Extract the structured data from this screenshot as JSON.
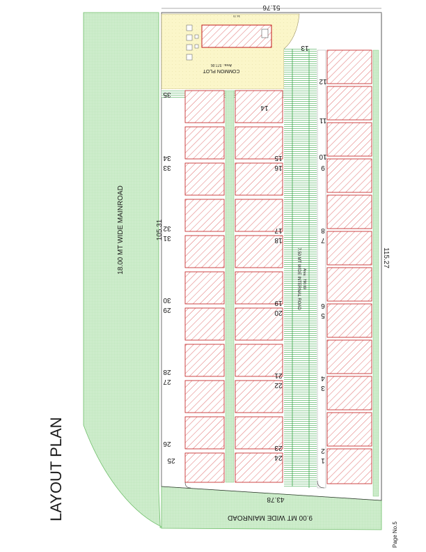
{
  "page_title": "LAYOUT PLAN",
  "page_number": "Page No.5",
  "roads": {
    "main_road": "18.00 MT WIDE MAINROAD",
    "bottom_road": "9.00 MT WIDE MAINROAD",
    "internal_road": "7.50 MT WIDE INTERNAL ROAD",
    "internal_road_area": "Area : 790.69"
  },
  "common_plot": {
    "label": "COMMON PLOT",
    "area": "Area : 577.06"
  },
  "dimensions": {
    "top": "51.76",
    "left": "105.31",
    "right": "115.27",
    "bottom": "43.78",
    "common_width": "34.70"
  },
  "left_block_numbers": {
    "outer": [
      "35",
      "34",
      "33",
      "32",
      "31",
      "30",
      "29",
      "28",
      "27",
      "26",
      "25"
    ],
    "inner": [
      "14",
      "15",
      "16",
      "17",
      "18",
      "19",
      "20",
      "21",
      "22",
      "23",
      "24"
    ]
  },
  "right_block_numbers": [
    "13",
    "12",
    "11",
    "10",
    "9",
    "8",
    "7",
    "6",
    "5",
    "4",
    "3",
    "2",
    "1"
  ],
  "colors": {
    "road_green": "#cdeccb",
    "common_yellow": "#fbf6c9",
    "hatch_red": "#e07070",
    "plot_outline": "#c01818",
    "road_line": "#3aa84a"
  }
}
